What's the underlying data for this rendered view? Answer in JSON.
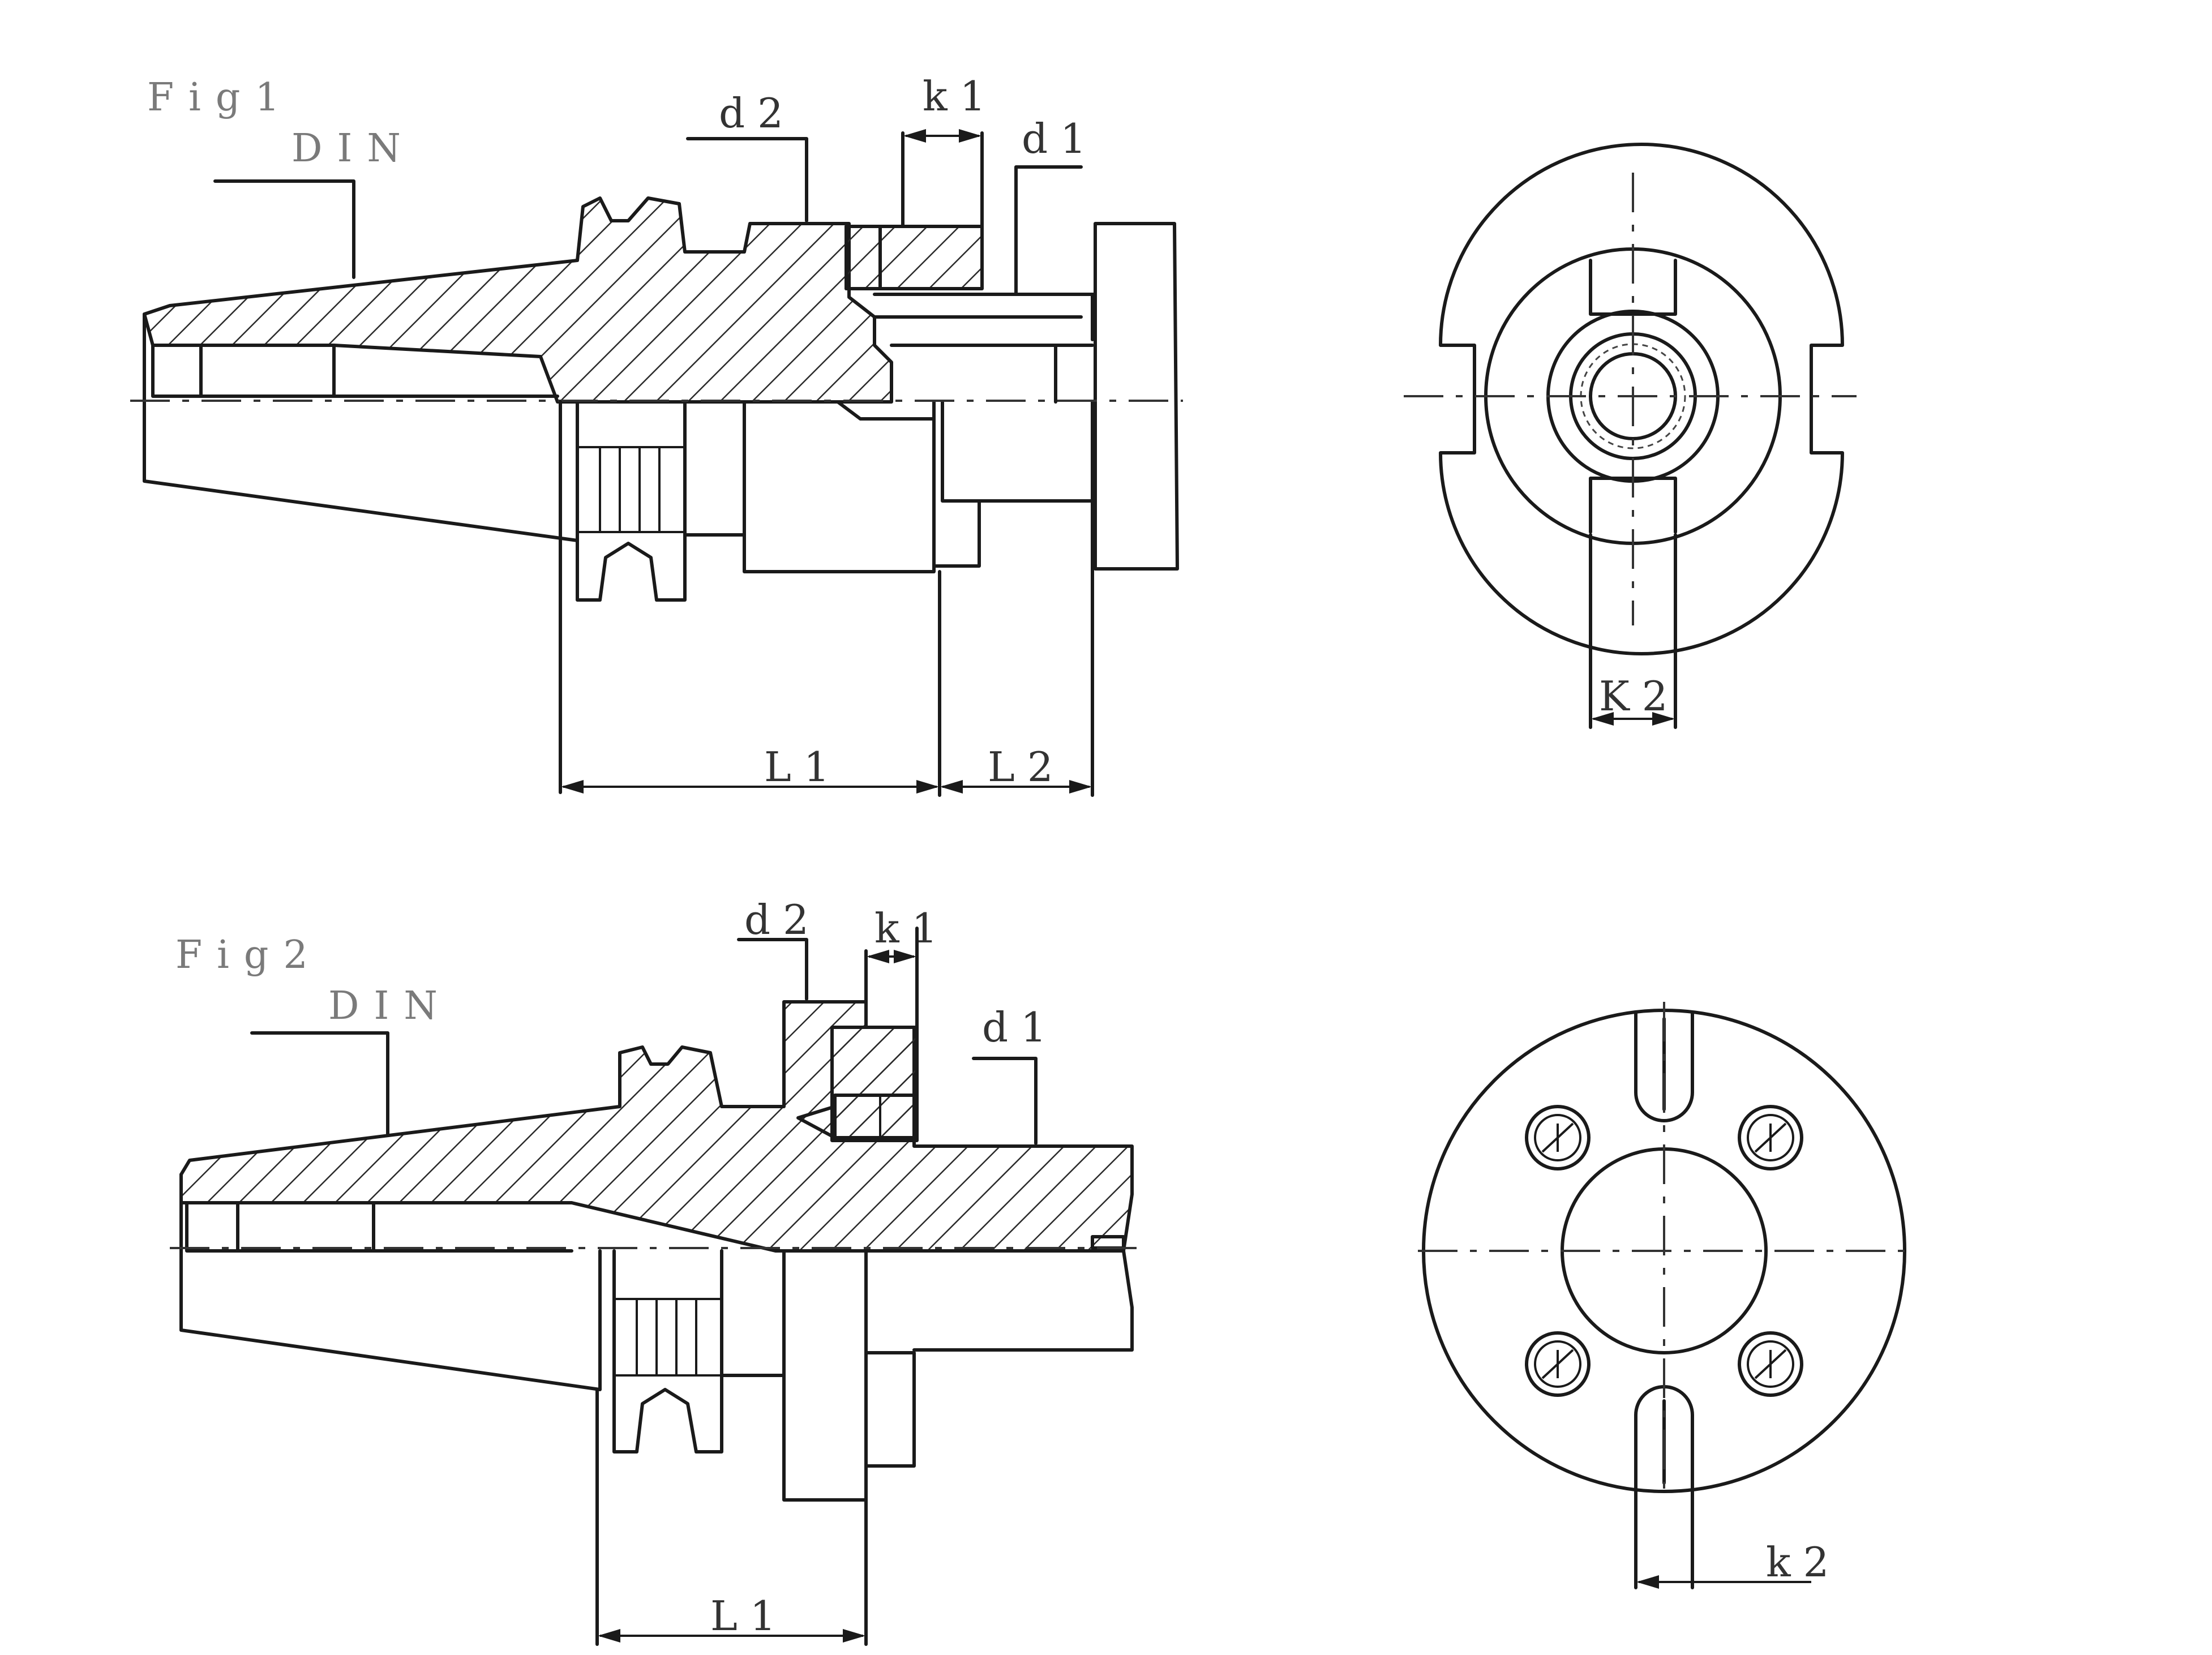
{
  "fig1": {
    "title": "Fig1",
    "standard": "DIN",
    "labels": {
      "d2": "d2",
      "k1": "k1",
      "d1": "d1",
      "L1": "L1",
      "L2": "L2",
      "K2": "K2"
    }
  },
  "fig2": {
    "title": "Fig2",
    "standard": "DIN",
    "labels": {
      "d2": "d2",
      "k1": "k1",
      "d1": "d1",
      "L1": "L1",
      "k2": "k2"
    }
  }
}
